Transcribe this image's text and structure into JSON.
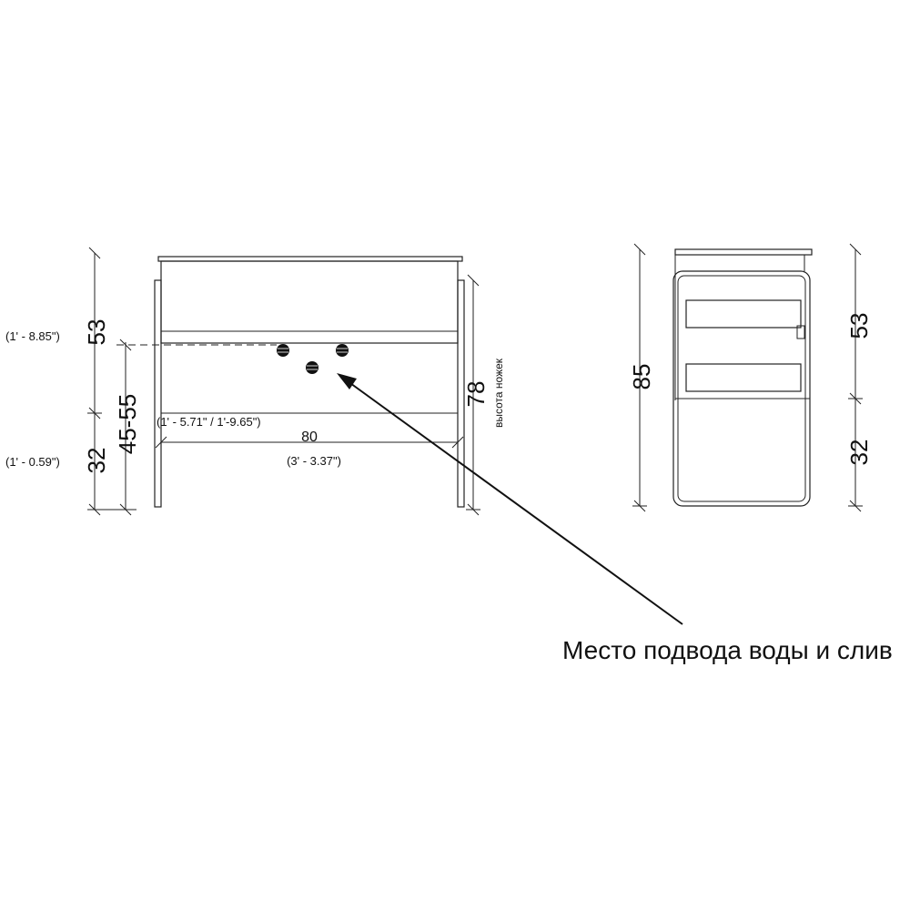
{
  "front_view": {
    "dim_upper": "53",
    "dim_upper_imperial": "(1' - 8.85\")",
    "dim_lower": "32",
    "dim_lower_imperial": "(1' - 0.59\")",
    "dim_range": "45-55",
    "dim_range_imperial": "(1' - 5.71\" / 1'-9.65\")",
    "dim_width": "80",
    "dim_width_imperial": "(3' - 3.37\")",
    "dim_leg_height": "78",
    "leg_height_label": "высота ножек"
  },
  "side_view": {
    "dim_total": "85",
    "dim_upper": "53",
    "dim_lower": "32"
  },
  "callout": {
    "text": "Место подвода воды и слив"
  }
}
